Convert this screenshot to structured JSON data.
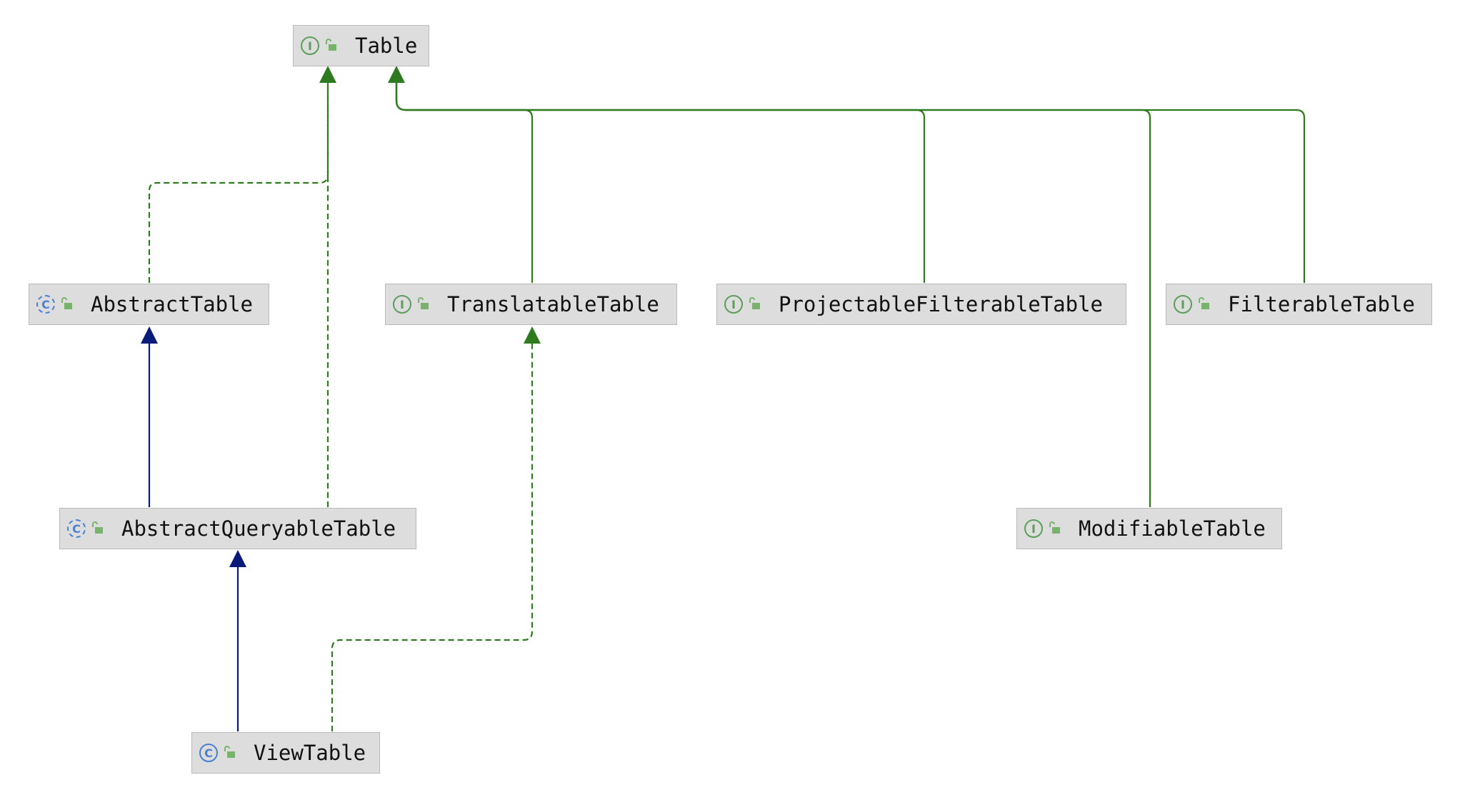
{
  "colors": {
    "interface_edge": "#2e7a1e",
    "class_edge": "#0a1a78",
    "node_fill": "#dddddd",
    "node_border": "#b9b9b9",
    "interface_icon": "#5a9e5a",
    "class_icon": "#4a7fd6",
    "lock_icon": "#77b36a"
  },
  "nodes": {
    "table": {
      "label": "Table",
      "kind": "interface",
      "kind_glyph": "I",
      "icon": "interface-icon"
    },
    "abstract_table": {
      "label": "AbstractTable",
      "kind": "abstract-class",
      "kind_glyph": "C",
      "icon": "abstract-class-icon"
    },
    "translatable_table": {
      "label": "TranslatableTable",
      "kind": "interface",
      "kind_glyph": "I",
      "icon": "interface-icon"
    },
    "projectable_filterable_table": {
      "label": "ProjectableFilterableTable",
      "kind": "interface",
      "kind_glyph": "I",
      "icon": "interface-icon"
    },
    "filterable_table": {
      "label": "FilterableTable",
      "kind": "interface",
      "kind_glyph": "I",
      "icon": "interface-icon"
    },
    "abstract_queryable_table": {
      "label": "AbstractQueryableTable",
      "kind": "abstract-class",
      "kind_glyph": "C",
      "icon": "abstract-class-icon"
    },
    "modifiable_table": {
      "label": "ModifiableTable",
      "kind": "interface",
      "kind_glyph": "I",
      "icon": "interface-icon"
    },
    "view_table": {
      "label": "ViewTable",
      "kind": "class",
      "kind_glyph": "C",
      "icon": "class-icon"
    }
  },
  "edges": [
    {
      "from": "translatable_table",
      "to": "table",
      "relation": "extends"
    },
    {
      "from": "projectable_filterable_table",
      "to": "table",
      "relation": "extends"
    },
    {
      "from": "modifiable_table",
      "to": "table",
      "relation": "extends"
    },
    {
      "from": "filterable_table",
      "to": "table",
      "relation": "extends"
    },
    {
      "from": "abstract_table",
      "to": "table",
      "relation": "implements"
    },
    {
      "from": "abstract_queryable_table",
      "to": "table",
      "relation": "implements"
    },
    {
      "from": "abstract_queryable_table",
      "to": "abstract_table",
      "relation": "extends-class"
    },
    {
      "from": "view_table",
      "to": "abstract_queryable_table",
      "relation": "extends-class"
    },
    {
      "from": "view_table",
      "to": "translatable_table",
      "relation": "implements"
    }
  ]
}
